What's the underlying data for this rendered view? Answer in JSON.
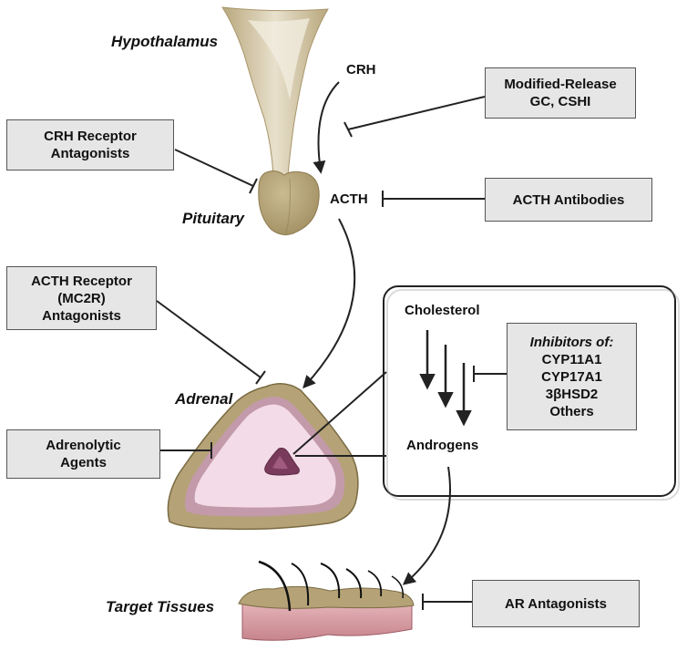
{
  "labels": {
    "hypothalamus": "Hypothalamus",
    "pituitary": "Pituitary",
    "adrenal": "Adrenal",
    "target_tissues": "Target Tissues",
    "crh": "CRH",
    "acth": "ACTH",
    "cholesterol": "Cholesterol",
    "androgens": "Androgens"
  },
  "boxes": {
    "modified_release": [
      "Modified-Release",
      "GC, CSHI"
    ],
    "crh_receptor": [
      "CRH Receptor",
      "Antagonists"
    ],
    "acth_antibodies": [
      "ACTH Antibodies"
    ],
    "acth_receptor": [
      "ACTH Receptor",
      "(MC2R)",
      "Antagonists"
    ],
    "adrenolytic": [
      "Adrenolytic",
      "Agents"
    ],
    "ar_antagonists": [
      "AR Antagonists"
    ],
    "inhibitors_title": "Inhibitors of:",
    "inhibitors": [
      "CYP11A1",
      "CYP17A1",
      "3βHSD2",
      "Others"
    ]
  },
  "colors": {
    "box_fill": "#e6e6e6",
    "gland_tan": "#b5a277",
    "adrenal_pink": "#f3dbe8",
    "medulla": "#7a3a5c",
    "skin": "#d9a0a8"
  }
}
